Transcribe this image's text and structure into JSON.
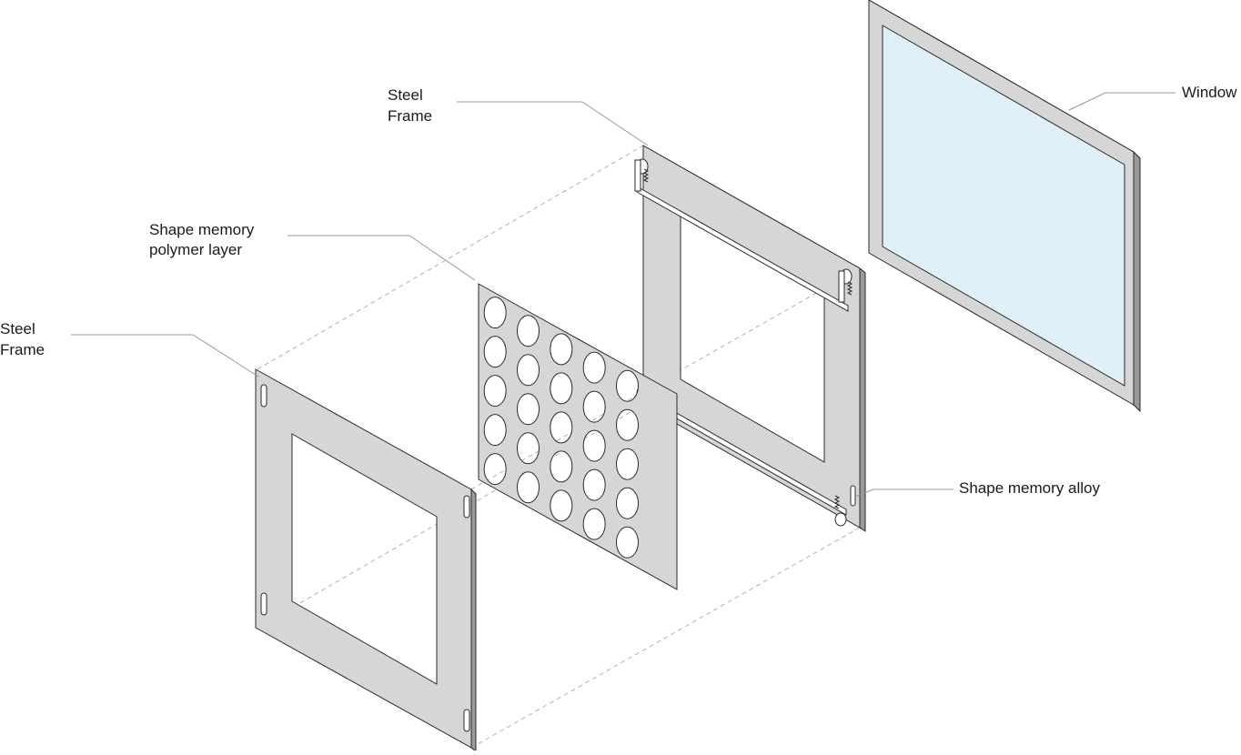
{
  "labels": {
    "window": "Window",
    "steel_frame_back_line1": "Steel",
    "steel_frame_back_line2": "Frame",
    "smp_line1": "Shape memory",
    "smp_line2": "polymer layer",
    "steel_frame_front_line1": "Steel",
    "steel_frame_front_line2": "Frame",
    "sma": "Shape memory alloy"
  },
  "colors": {
    "frame_face": "#d6d6d6",
    "frame_edge": "#9a9a9a",
    "glass": "#dff0f8",
    "outline": "#2a2a2a",
    "leader": "#9a9a9a",
    "guide": "#b0b0b0"
  }
}
